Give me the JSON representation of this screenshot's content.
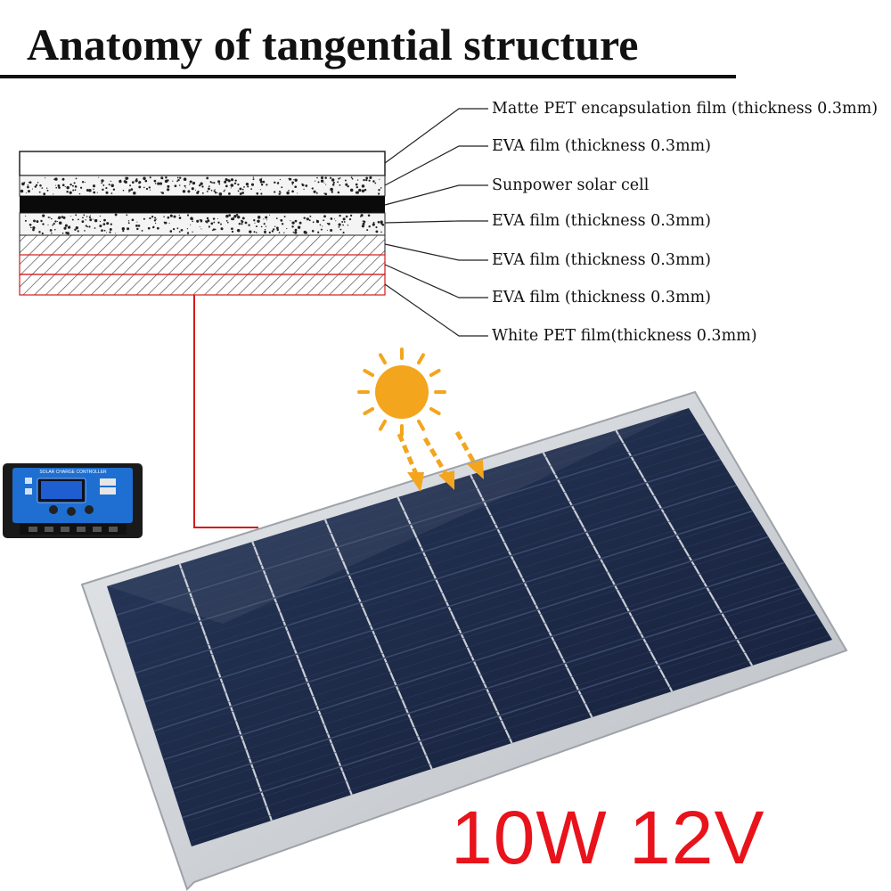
{
  "title": "Anatomy of tangential structure",
  "layers": [
    {
      "label": "Matte PET encapsulation film (thickness 0.3mm)"
    },
    {
      "label": "EVA film (thickness 0.3mm)"
    },
    {
      "label": "Sunpower solar cell"
    },
    {
      "label": "EVA film (thickness 0.3mm)"
    },
    {
      "label": "EVA film (thickness 0.3mm)"
    },
    {
      "label": "EVA film (thickness 0.3mm)"
    },
    {
      "label": "White PET film(thickness 0.3mm)"
    }
  ],
  "controller": {
    "label": "SOLAR CHARGE CONTROLLER"
  },
  "power_rating": "10W 12V",
  "colors": {
    "accent_red": "#e8131b",
    "sun": "#f3a51d",
    "panel": "#1f2c4a",
    "frame": "#c9cdd2"
  }
}
